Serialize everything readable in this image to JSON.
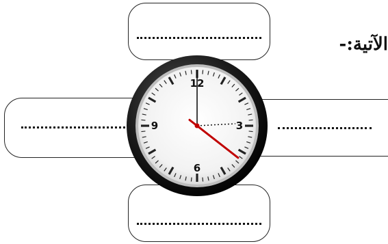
{
  "heading": "الآتية:-",
  "dots_placeholder": "..................",
  "clock": {
    "numbers": [
      "12",
      "3",
      "6",
      "9"
    ],
    "hour_hand_time": "12",
    "minute_hand_time": "25",
    "colors": {
      "frame": "#1a1a1a",
      "face": "#f4f4f4",
      "second_hand": "#c00000",
      "marks": "#222222"
    }
  }
}
